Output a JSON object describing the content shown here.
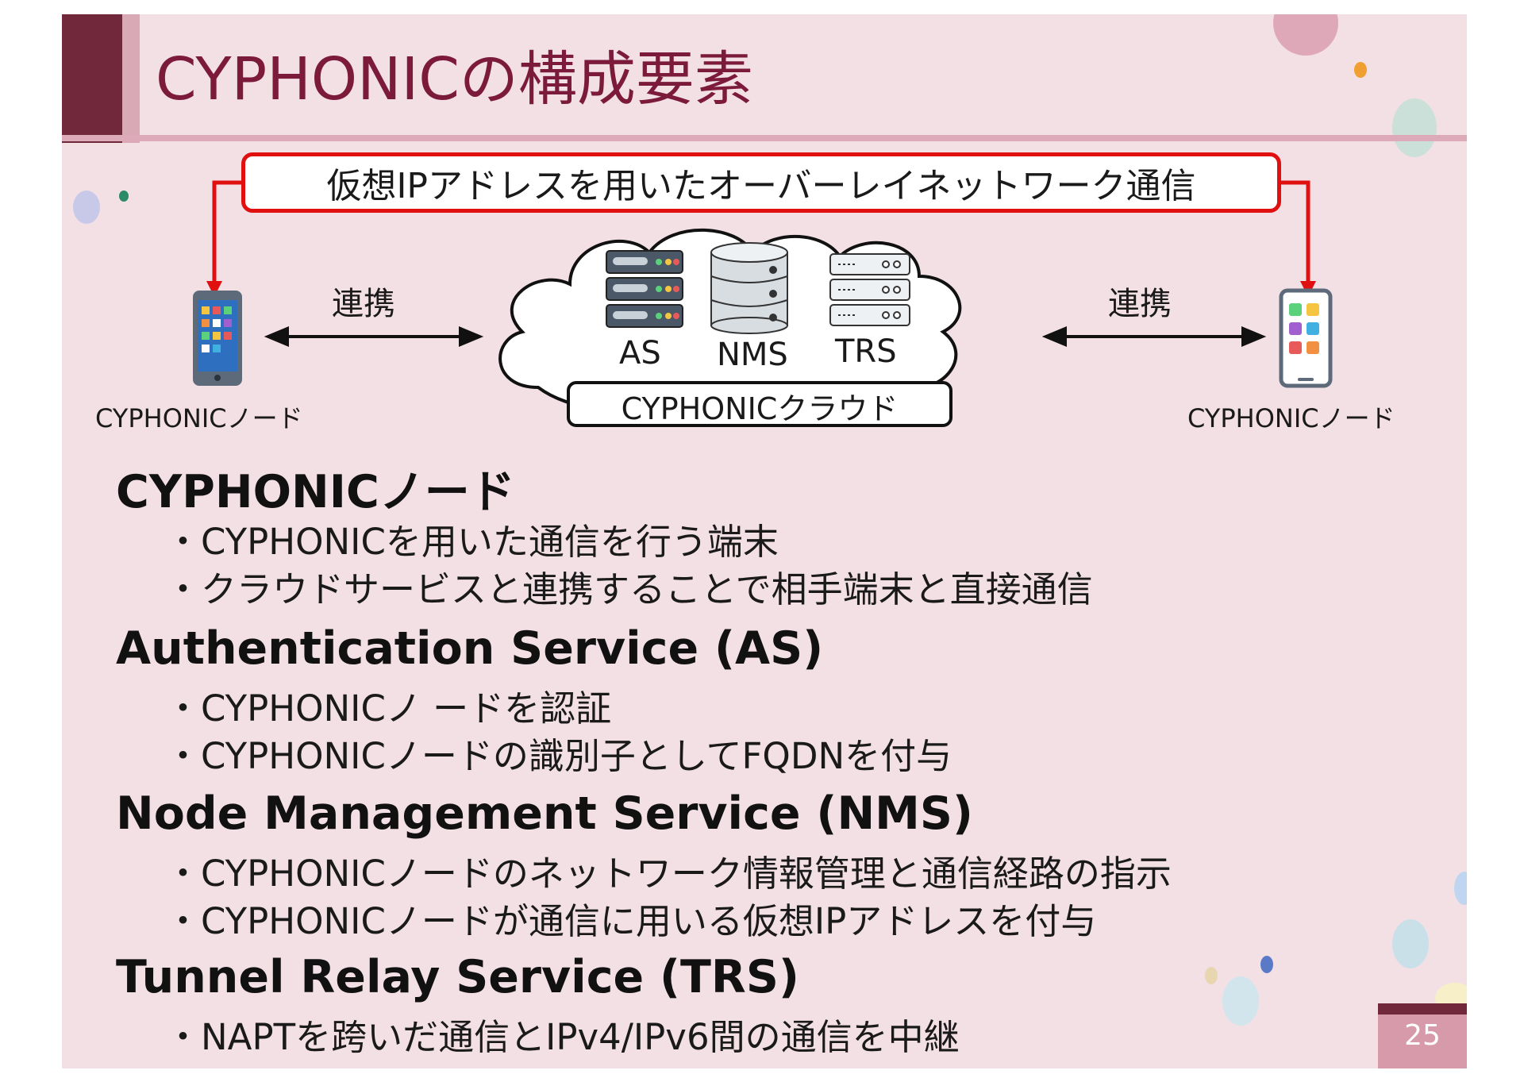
{
  "slide": {
    "title": "CYPHONICの構成要素",
    "page_number": "25"
  },
  "diagram": {
    "overlay_label": "仮想IPアドレスを用いたオーバーレイネットワーク通信",
    "link_left": "連携",
    "link_right": "連携",
    "node_left_label": "CYPHONICノード",
    "node_right_label": "CYPHONICノード",
    "cloud_label": "CYPHONICクラウド",
    "servers": [
      "AS",
      "NMS",
      "TRS"
    ],
    "icons": [
      "smartphone-icon",
      "server-rack-icon",
      "database-icon",
      "server-icon",
      "cloud-icon",
      "tablet-icon"
    ],
    "colors": {
      "arrow_red": "#e01010",
      "title": "#7b1a3b",
      "accent": "#72283b"
    }
  },
  "sections": [
    {
      "heading": "CYPHONICノード",
      "bullets": [
        "・CYPHONICを用いた通信を行う端末",
        "・クラウドサービスと連携することで相手端末と直接通信"
      ]
    },
    {
      "heading": "Authentication Service (AS)",
      "bullets": [
        "・CYPHONICノ ードを認証",
        "・CYPHONICノードの識別子としてFQDNを付与"
      ]
    },
    {
      "heading": "Node Management Service (NMS)",
      "bullets": [
        "・CYPHONICノードのネットワーク情報管理と通信経路の指示",
        "・CYPHONICノードが通信に用いる仮想IPアドレスを付与"
      ]
    },
    {
      "heading": "Tunnel Relay Service (TRS)",
      "bullets": [
        "・NAPTを跨いだ通信とIPv4/IPv6間の通信を中継"
      ]
    }
  ]
}
